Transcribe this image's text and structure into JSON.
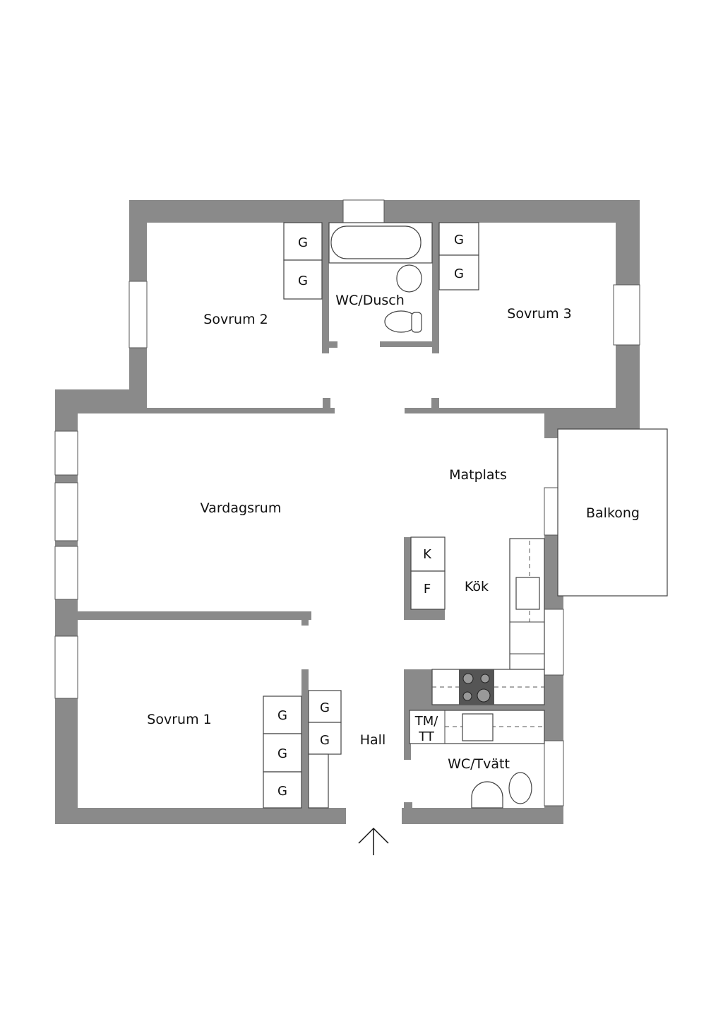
{
  "rooms": {
    "sovrum2": "Sovrum 2",
    "wc_dusch": "WC/Dusch",
    "sovrum3": "Sovrum 3",
    "matplats": "Matplats",
    "vardagsrum": "Vardagsrum",
    "balkong": "Balkong",
    "kok": "Kök",
    "sovrum1": "Sovrum 1",
    "hall": "Hall",
    "wc_tvatt": "WC/Tvätt"
  },
  "labels": {
    "wardrobe": "G",
    "fridge": "K",
    "freezer": "F",
    "tm": "TM/",
    "tt": "TT"
  },
  "colors": {
    "wall": "#8a8a8a",
    "stove": "#555555"
  }
}
